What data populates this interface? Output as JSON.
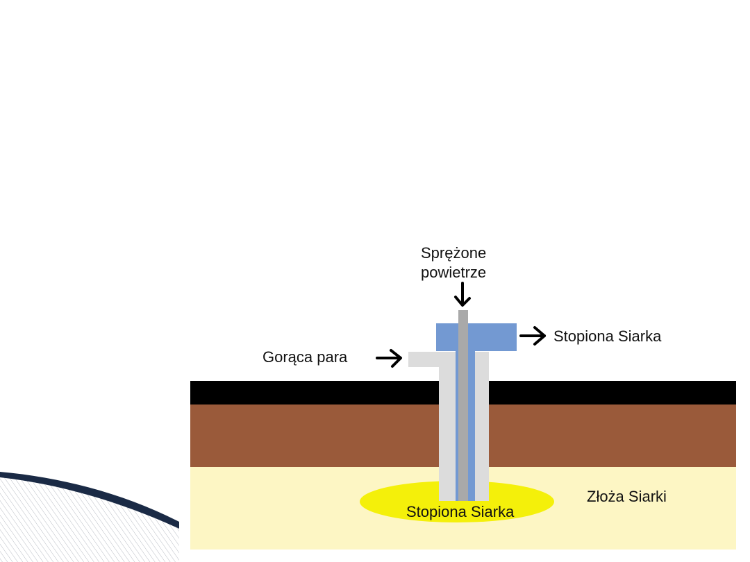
{
  "labels": {
    "compressed_air_line1": "Sprężone",
    "compressed_air_line2": "powietrze",
    "molten_sulfur_out": "Stopiona Siarka",
    "hot_steam": "Gorąca para",
    "molten_sulfur_pool": "Stopiona Siarka",
    "sulfur_deposits": "Złoża Siarki"
  },
  "colors": {
    "background": "#ffffff",
    "surface_layer": "#000000",
    "soil_layer": "#9a5a3a",
    "sulfur_deposit_layer": "#fdf6c4",
    "molten_sulfur_pool": "#f4f00a",
    "outer_steam_pipe": "#dcdcdc",
    "middle_sulfur_pipe": "#7399d2",
    "inner_air_pipe": "#a9a9a9",
    "arrows": "#000000",
    "corner_decoration": "#1a2a45"
  },
  "icons": {
    "air_arrow": "arrow-down-icon",
    "sulfur_out_arrow": "arrow-right-icon",
    "steam_arrow": "arrow-right-icon",
    "decoration": "corner-swoosh-decoration"
  }
}
